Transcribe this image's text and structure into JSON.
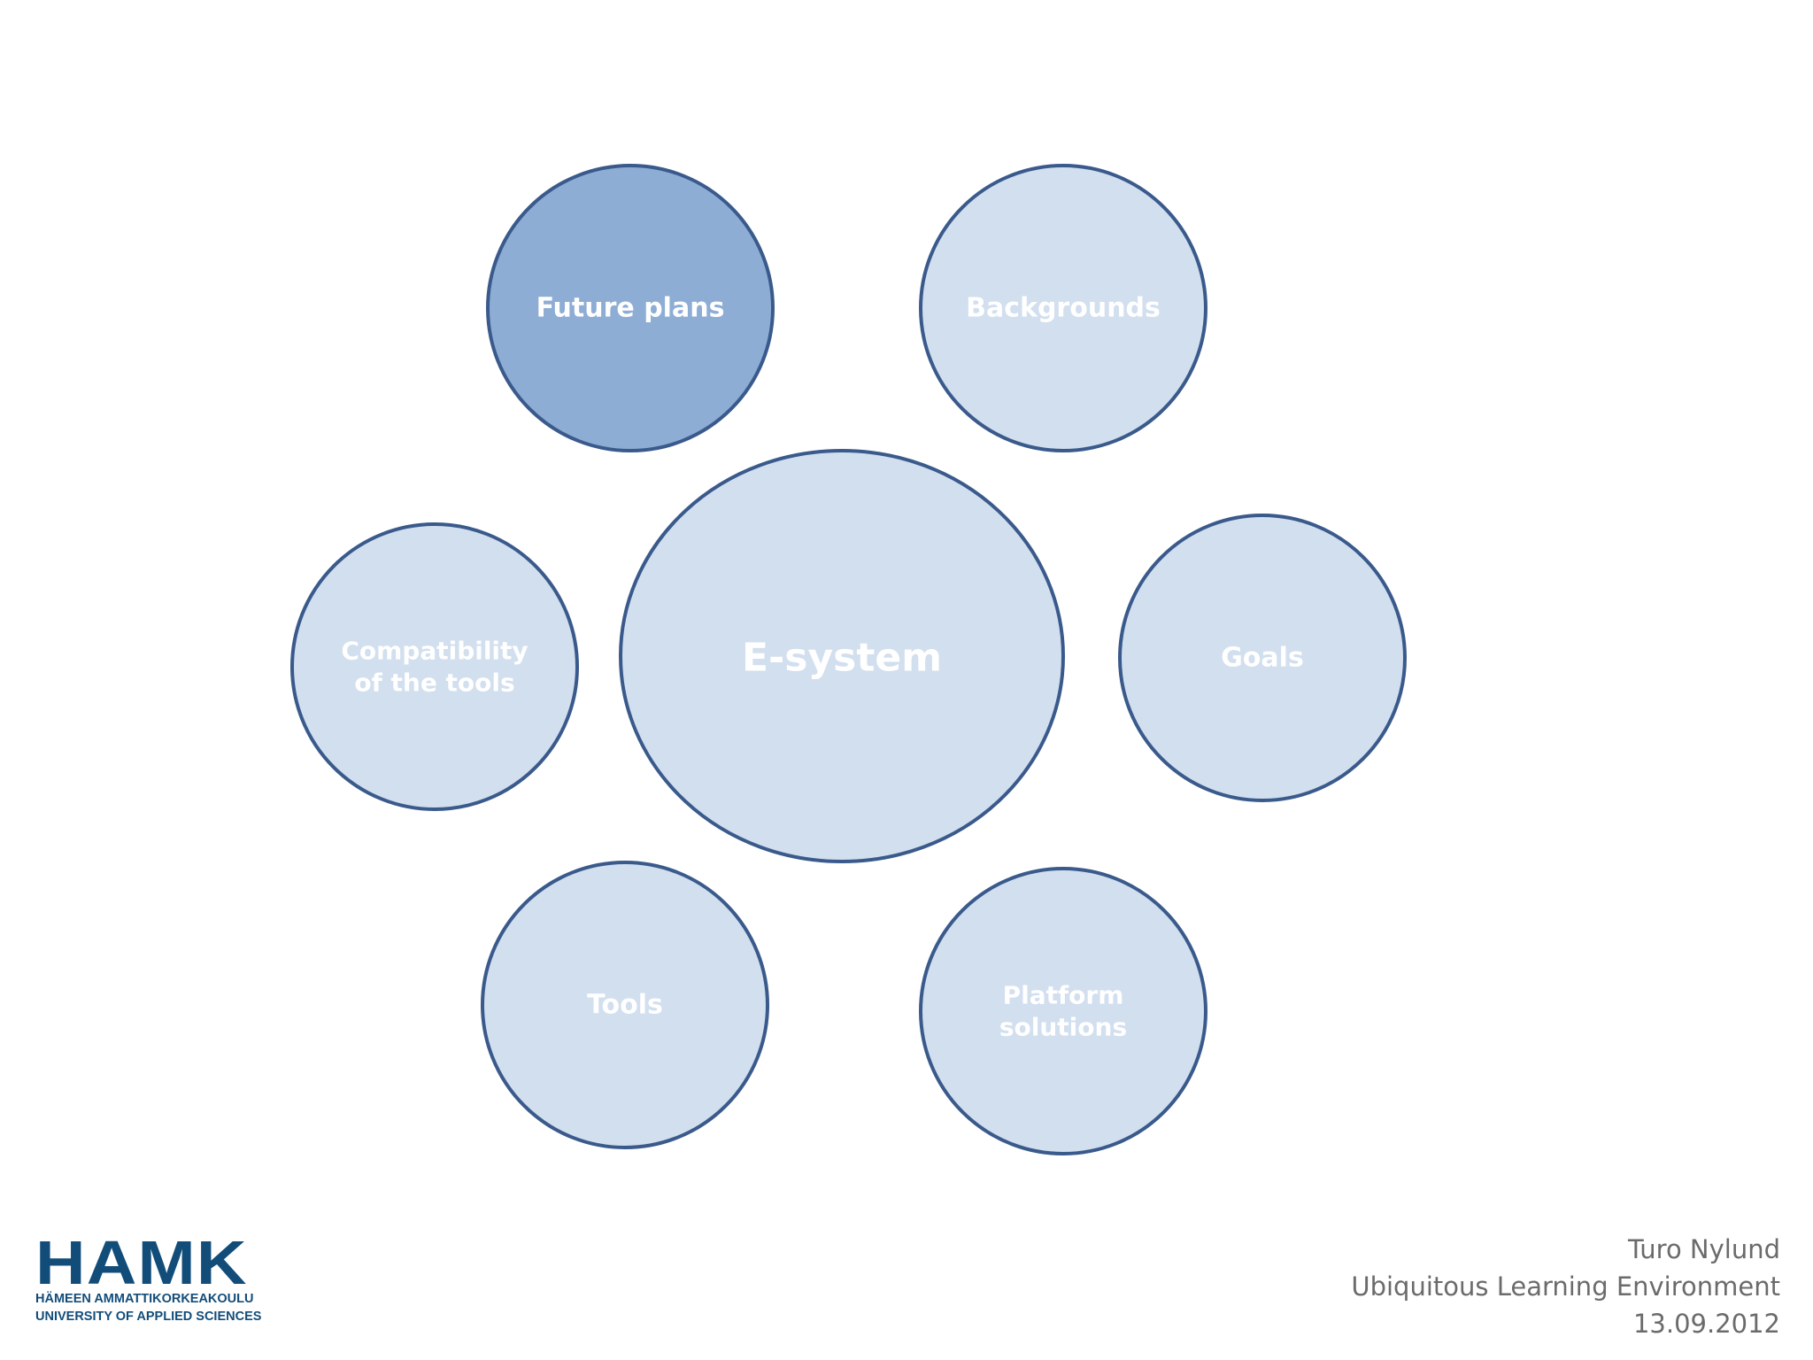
{
  "diagram": {
    "center": {
      "label": "E-system"
    },
    "nodes": [
      {
        "id": "future-plans",
        "label_lines": [
          "Future plans"
        ],
        "fill": "#8eadd5",
        "highlighted": true
      },
      {
        "id": "backgrounds",
        "label_lines": [
          "Backgrounds"
        ],
        "fill": "#d2dfef",
        "highlighted": false
      },
      {
        "id": "compatibility",
        "label_lines": [
          "Compatibility",
          "of the tools"
        ],
        "fill": "#d2dfef",
        "highlighted": false
      },
      {
        "id": "goals",
        "label_lines": [
          "Goals"
        ],
        "fill": "#d2dfef",
        "highlighted": false
      },
      {
        "id": "tools",
        "label_lines": [
          "Tools"
        ],
        "fill": "#d2dfef",
        "highlighted": false
      },
      {
        "id": "platform-solutions",
        "label_lines": [
          "Platform",
          "solutions"
        ],
        "fill": "#d2dfef",
        "highlighted": false
      }
    ],
    "colors": {
      "stroke": "#3a5a8c",
      "node_fill": "#d2dfef",
      "highlight_fill": "#8eadd5",
      "label": "#ffffff"
    }
  },
  "logo": {
    "wordmark": "HAMK",
    "line1": "HÄMEEN AMMATTIKORKEAKOULU",
    "line2": "UNIVERSITY OF APPLIED SCIENCES",
    "color": "#124d7a"
  },
  "footer": {
    "author": "Turo Nylund",
    "project": "Ubiquitous Learning  Environment",
    "date": "13.09.2012"
  }
}
